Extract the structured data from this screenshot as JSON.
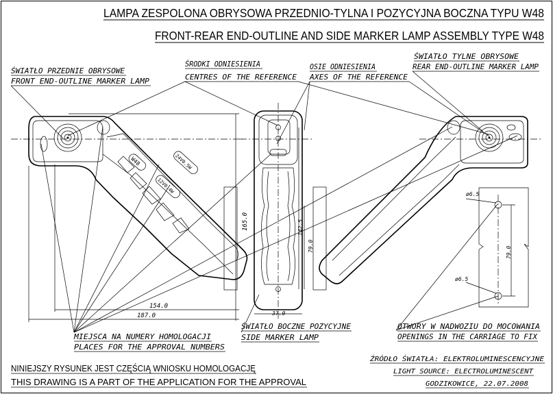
{
  "title": {
    "pl": "LAMPA  ZESPOLONA OBRYSOWA PRZEDNIO-TYLNA I POZYCYJNA BOCZNA TYPU W48",
    "en": "FRONT-REAR END-OUTLINE AND SIDE MARKER LAMP ASSEMBLY TYPE W48"
  },
  "labels": {
    "front_pl": "ŚWIATŁO PRZEDNIE OBRYSOWE",
    "front_en": "FRONT END-OUTLINE MARKER LAMP",
    "centres_pl": "ŚRODKI ODNIESIENIA",
    "centres_en": "CENTRES OF THE REFERENCE",
    "axes_pl": "OSIE ODNIESIENIA",
    "axes_en": "AXES OF THE REFERENCE",
    "rear_pl": "ŚWIATŁO TYLNE OBRYSOWE",
    "rear_en": "REAR END-OUTLINE MARKER LAMP",
    "approval_pl": "MIEJSCA NA NUMERY HOMOLOGACJI",
    "approval_en": "PLACES FOR THE APPROVAL NUMBERS",
    "side_pl": "ŚWIATŁO BOCZNE POZYCYJNE",
    "side_en": "SIDE MARKER LAMP",
    "openings_pl": "OTWORY W NADWOZIU DO MOCOWANIA",
    "openings_en": "OPENINGS IN THE CARRIAGE TO FIX"
  },
  "dimensions": {
    "w154": "154.0",
    "w187": "187.0",
    "h165": "165.0",
    "h142": "142.5",
    "h79_side": "79.0",
    "w37": "37.0",
    "h79_fix": "79.0",
    "d65_top": "ø6.5",
    "d65_bottom": "ø6.5"
  },
  "markings": {
    "w48": "W48",
    "volt24": "24V0.5W",
    "volt12": "12V0.4W"
  },
  "footer": {
    "note_pl": "NINIEJSZY RYSUNEK JEST CZĘŚCIĄ WNIOSKU HOMOLOGACJĘ",
    "note_en": "THIS DRAWING IS A PART OF THE APPLICATION FOR THE APPROVAL",
    "source_pl": "ŹRÓDŁO ŚWIATŁA: ELEKTROLUMINESCENCYJNE",
    "source_en": "LIGHT SOURCE: ELECTROLUMINESCENT",
    "place_date": "GODZIKOWICE, 22.07.2008"
  }
}
